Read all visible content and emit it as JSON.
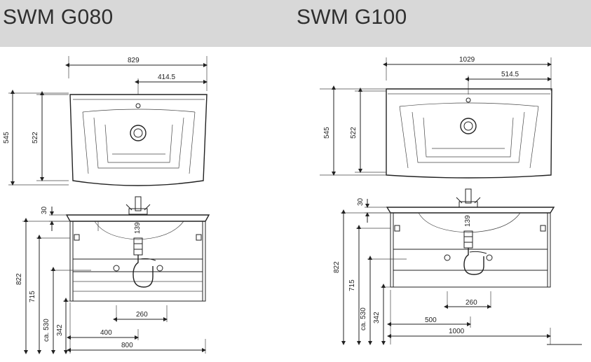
{
  "models": [
    {
      "title": "SWM G080",
      "dims": {
        "total_width": "829",
        "tap_offset": "414.5",
        "basin_depth_outer": "545",
        "basin_depth_inner": "522",
        "top_thickness": "30",
        "total_height": "822",
        "cabinet_height": "715",
        "bottom_height": "ca. 530",
        "floor_clearance": "342",
        "siphon_width": "260",
        "half_width": "400",
        "cabinet_width": "800"
      }
    },
    {
      "title": "SWM G100",
      "dims": {
        "total_width": "1029",
        "tap_offset": "514.5",
        "basin_depth_outer": "545",
        "basin_depth_inner": "522",
        "top_thickness": "30",
        "total_height": "822",
        "cabinet_height": "715",
        "bottom_height": "ca. 530",
        "floor_clearance": "342",
        "siphon_width": "260",
        "half_width": "500",
        "cabinet_width": "1000"
      }
    }
  ],
  "basin_label": "139"
}
